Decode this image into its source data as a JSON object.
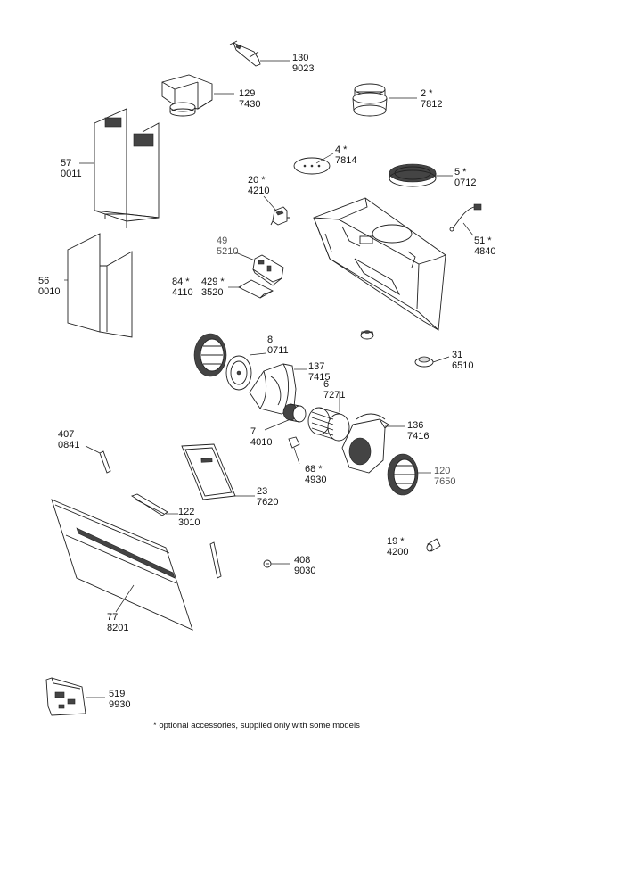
{
  "parts": [
    {
      "id": "p130",
      "number": "130",
      "code": "9023"
    },
    {
      "id": "p129",
      "number": "129",
      "code": "7430"
    },
    {
      "id": "p2",
      "number": "2 *",
      "code": "7812"
    },
    {
      "id": "p57",
      "number": "57",
      "code": "0011"
    },
    {
      "id": "p4",
      "number": "4 *",
      "code": "7814"
    },
    {
      "id": "p5",
      "number": "5 *",
      "code": "0712"
    },
    {
      "id": "p20",
      "number": "20 *",
      "code": "4210"
    },
    {
      "id": "p51",
      "number": "51 *",
      "code": "4840"
    },
    {
      "id": "p49",
      "number": "49",
      "code": "5210"
    },
    {
      "id": "p56",
      "number": "56",
      "code": "0010"
    },
    {
      "id": "p84",
      "number": "84 *",
      "code": "4110"
    },
    {
      "id": "p429",
      "number": "429 *",
      "code": "3520"
    },
    {
      "id": "p8",
      "number": "8",
      "code": "0711"
    },
    {
      "id": "p31",
      "number": "31",
      "code": "6510"
    },
    {
      "id": "p137",
      "number": "137",
      "code": "7415"
    },
    {
      "id": "p6",
      "number": "6",
      "code": "7271"
    },
    {
      "id": "p136",
      "number": "136",
      "code": "7416"
    },
    {
      "id": "p7",
      "number": "7",
      "code": "4010"
    },
    {
      "id": "p407",
      "number": "407",
      "code": "0841"
    },
    {
      "id": "p68",
      "number": "68 *",
      "code": "4930"
    },
    {
      "id": "p120",
      "number": "120",
      "code": "7650"
    },
    {
      "id": "p23",
      "number": "23",
      "code": "7620"
    },
    {
      "id": "p122",
      "number": "122",
      "code": "3010"
    },
    {
      "id": "p19",
      "number": "19 *",
      "code": "4200"
    },
    {
      "id": "p408",
      "number": "408",
      "code": "9030"
    },
    {
      "id": "p77",
      "number": "77",
      "code": "8201"
    },
    {
      "id": "p519",
      "number": "519",
      "code": "9930"
    }
  ],
  "note": "* optional accessories, supplied only with some models"
}
